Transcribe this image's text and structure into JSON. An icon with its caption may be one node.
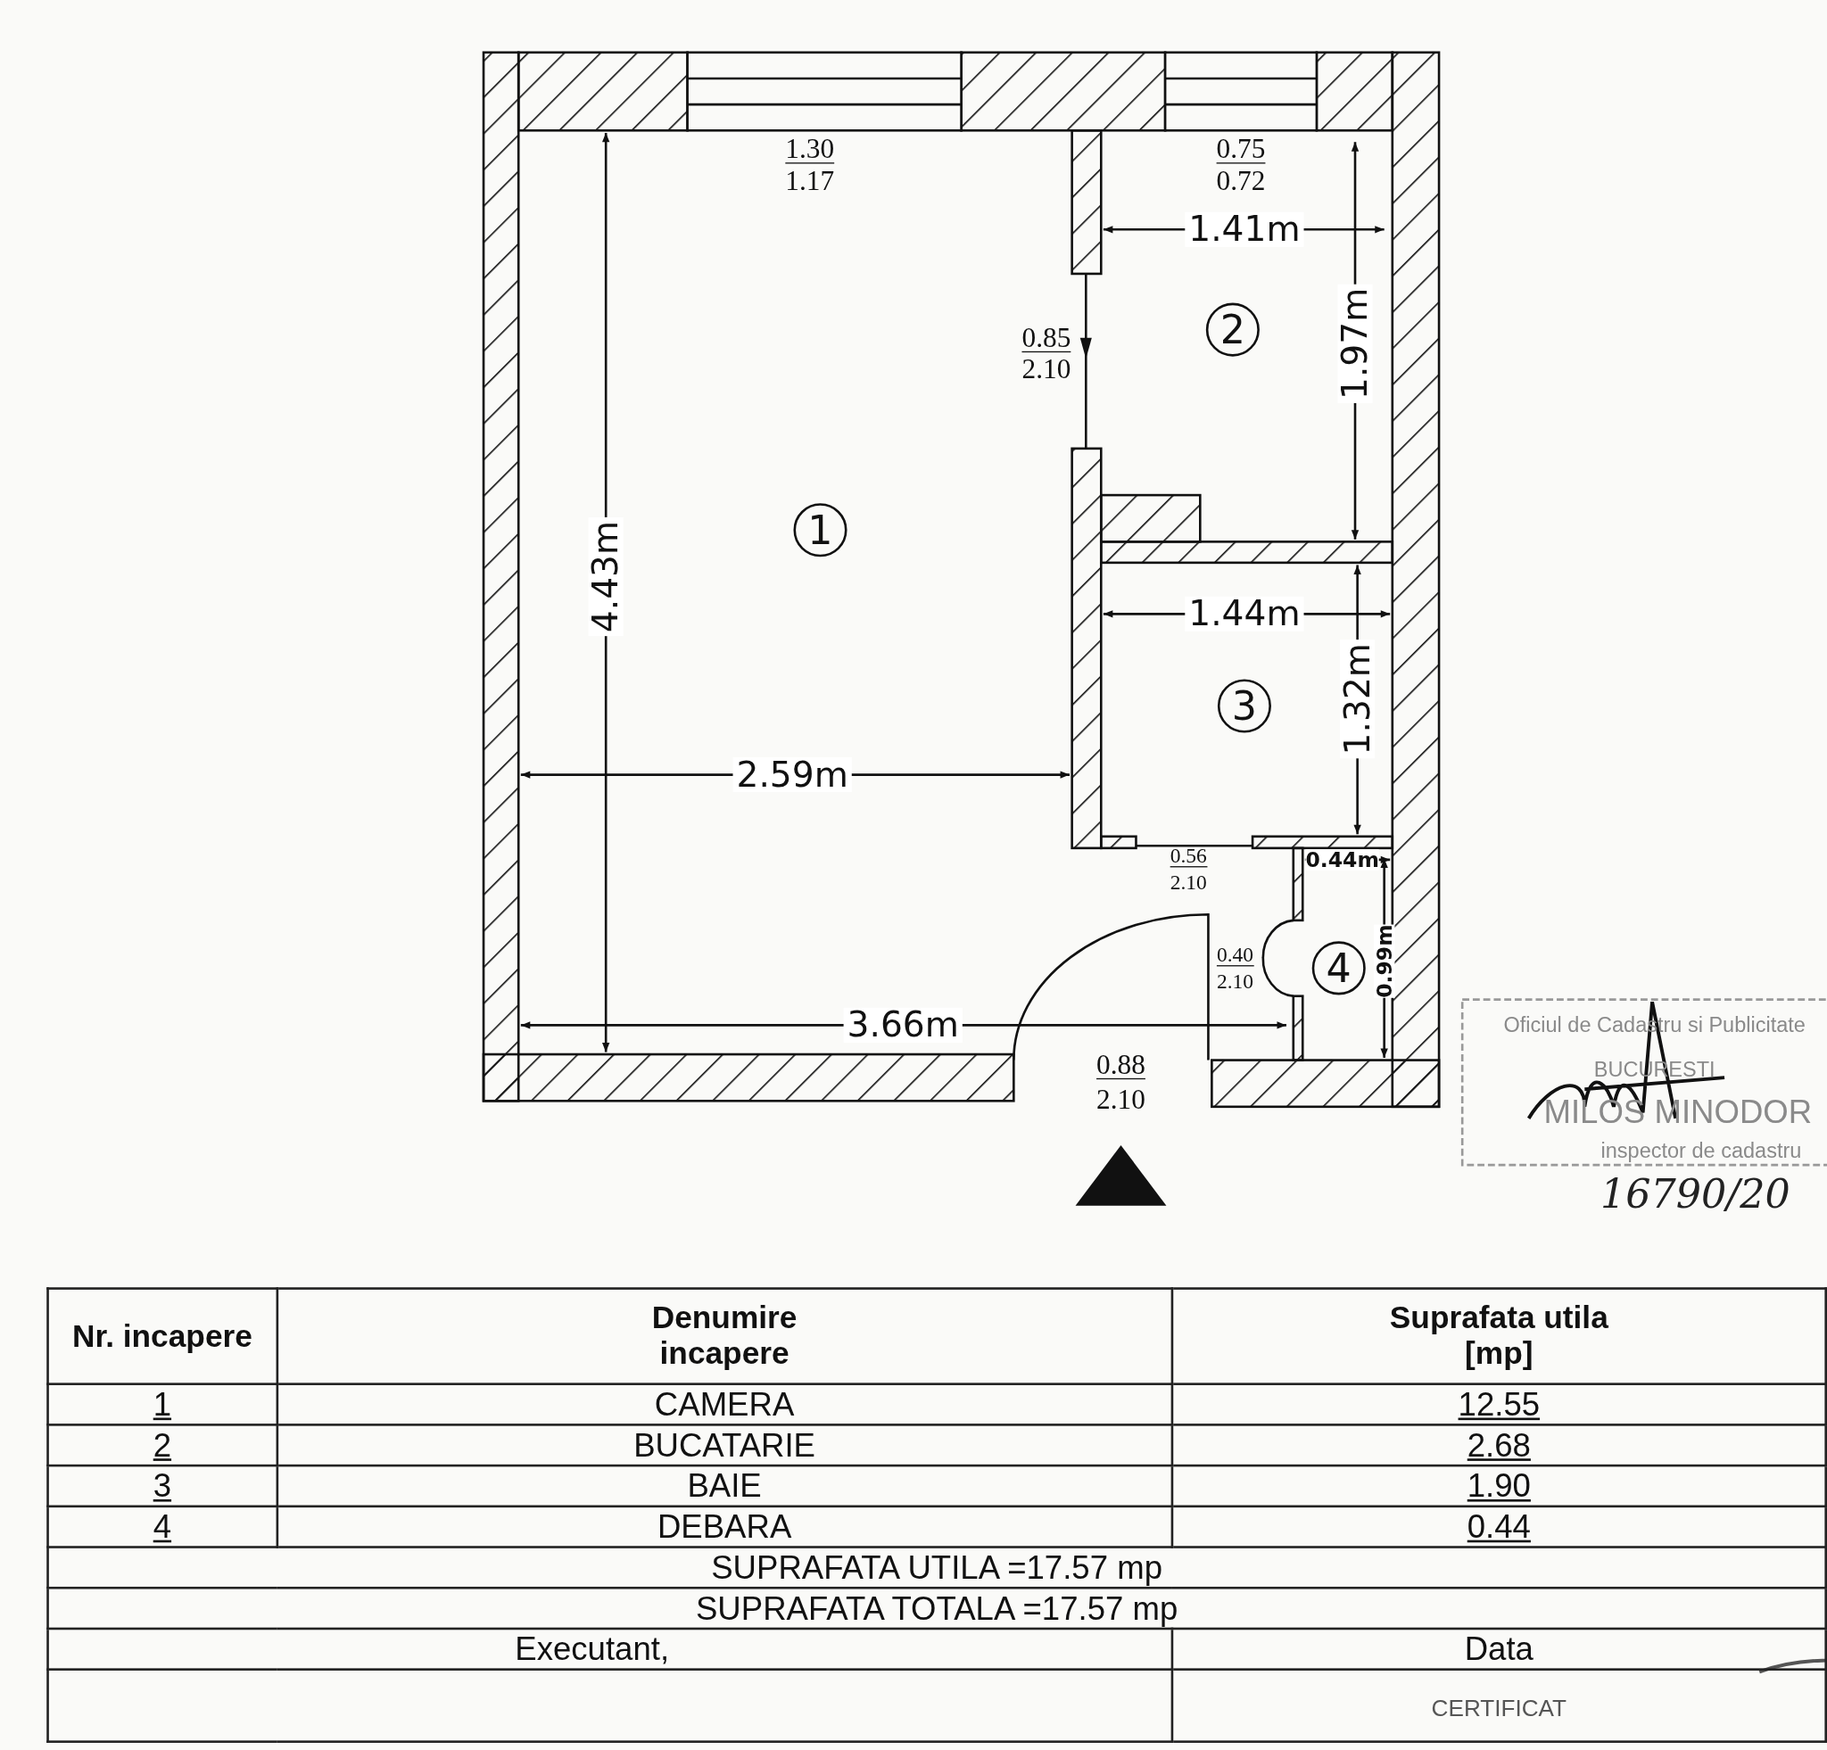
{
  "diagram": {
    "nodes": [
      {
        "text": [
          "1"
        ]
      },
      {
        "text": [
          "2"
        ]
      },
      {
        "text": [
          "3"
        ]
      },
      {
        "text": [
          "4"
        ]
      }
    ],
    "labels": [
      "1.30",
      "1.17",
      "0.75",
      "0.72",
      "1.41m",
      "0.85",
      "2.10",
      "1.97m",
      "4.43m",
      "1.44m",
      "1.32m",
      "2.59m",
      "0.56",
      "2.10",
      "0.44m",
      "0.40",
      "2.10",
      "0.99m",
      "3.66m",
      "0.88",
      "2.10",
      "Oficiul de Cadastru si Publicitate",
      "BUCURESTI",
      "MILOS MINODOR",
      "inspector de cadastru",
      "16790/20",
      "Nr. incapere",
      "Denumire incapere",
      "Suprafata utila [mp]",
      "1",
      "CAMERA",
      "12.55",
      "2",
      "BUCATARIE",
      "2.68",
      "3",
      "BAIE",
      "1.90",
      "4",
      "DEBARA",
      "0.44",
      "SUPRAFATA UTILA =17.57 mp",
      "SUPRAFATA TOTALA =17.57 mp",
      "Executant,",
      "Data",
      "CERTIFICAT"
    ]
  }
}
